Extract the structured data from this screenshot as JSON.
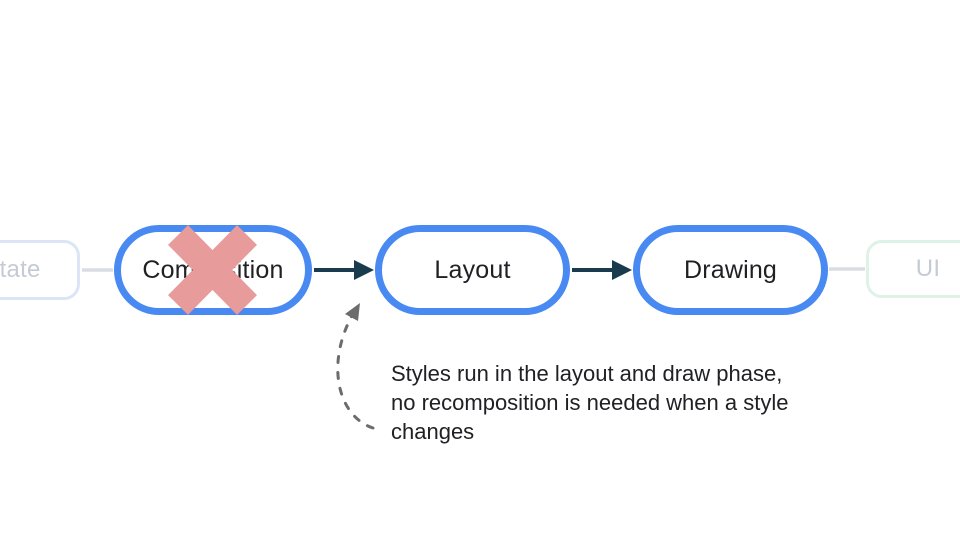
{
  "diagram": {
    "title_hint": "compose-phases-pipeline",
    "nodes": {
      "state": {
        "label": "State",
        "state": "faded",
        "crossed_out": false
      },
      "composition": {
        "label": "Composition",
        "state": "active",
        "crossed_out": true
      },
      "layout": {
        "label": "Layout",
        "state": "active",
        "crossed_out": false
      },
      "drawing": {
        "label": "Drawing",
        "state": "active",
        "crossed_out": false
      },
      "ui": {
        "label": "UI",
        "state": "faded",
        "crossed_out": false
      }
    },
    "flow_order": [
      "state",
      "composition",
      "layout",
      "drawing",
      "ui"
    ],
    "annotation": {
      "text": "Styles run in the layout and draw phase,\nno recomposition is needed when a style\nchanges",
      "points_to": "layout"
    }
  },
  "colors": {
    "background": "#ffffff",
    "node_border_blue": "#4889F2",
    "arrow_dark": "#1A3A4D",
    "cross_pink": "#E89B9B",
    "faded_blue_border": "#DBE5F6",
    "faded_green_border": "#DFF2E7",
    "faded_text": "#C5CBD5",
    "connector_gray": "#D9DDE3",
    "text_dark": "#202124",
    "dashed_arrow_gray": "#6C6C6C"
  }
}
